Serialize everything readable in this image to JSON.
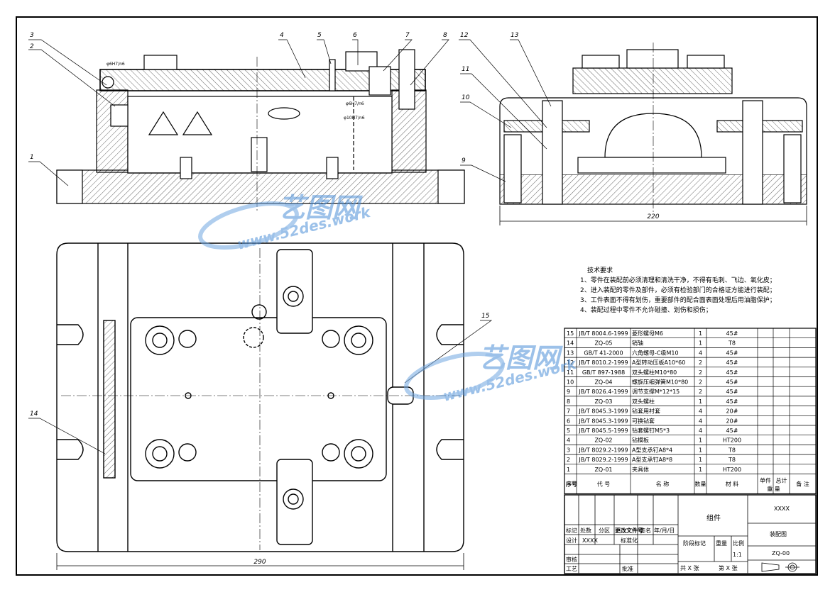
{
  "sheet": {
    "title": "装配图",
    "tech_requirements": {
      "heading": "技术要求",
      "items": [
        "1、零件在装配前必须清理和清洗干净，不得有毛刺、飞边、氧化皮；",
        "2、进入装配的零件及部件，必须有检验部门的合格证方能进行装配；",
        "3、工件表面不得有划伤，重要部件的配合面表面处理后用油脂保护；",
        "4、装配过程中零件不允许碰撞、划伤和损伤；"
      ]
    },
    "dimensions": {
      "front_width": "220",
      "plan_width": "290"
    },
    "fit_labels": {
      "fit1": "φ6H7/n6",
      "fit2": "φ6H7/n6",
      "fit3": "φ10H7/n6"
    },
    "balloons": {
      "b1": "1",
      "b2": "2",
      "b3": "3",
      "b4": "4",
      "b5": "5",
      "b6": "6",
      "b7": "7",
      "b8": "8",
      "b9": "9",
      "b10": "10",
      "b11": "11",
      "b12": "12",
      "b13": "13",
      "b14": "14",
      "b15": "15"
    }
  },
  "bom": {
    "header": {
      "no": "序号",
      "code": "代 号",
      "name": "名 称",
      "qty": "数量",
      "material": "材 料",
      "unit_weight": "单件",
      "total_weight": "总计",
      "weight": "重 量",
      "remark": "备 注"
    },
    "rows": [
      {
        "no": "15",
        "code": "JB/T 8004.6-1999",
        "name": "菱形螺母M6",
        "qty": "1",
        "material": "45#"
      },
      {
        "no": "14",
        "code": "ZQ-05",
        "name": "销轴",
        "qty": "1",
        "material": "T8"
      },
      {
        "no": "13",
        "code": "GB/T 41-2000",
        "name": "六角螺母-C级M10",
        "qty": "4",
        "material": "45#"
      },
      {
        "no": "12",
        "code": "JB/T 8010.2-1999",
        "name": "A型转动压板A10*60",
        "qty": "2",
        "material": "45#"
      },
      {
        "no": "11",
        "code": "GB/T 897-1988",
        "name": "双头螺柱M10*80",
        "qty": "2",
        "material": "45#"
      },
      {
        "no": "10",
        "code": "ZQ-04",
        "name": "螺旋压缩弹簧M10*80",
        "qty": "2",
        "material": "45#"
      },
      {
        "no": "9",
        "code": "JB/T 8026.4-1999",
        "name": "调节支撑M*12*15",
        "qty": "2",
        "material": "45#"
      },
      {
        "no": "8",
        "code": "ZQ-03",
        "name": "双头螺柱",
        "qty": "1",
        "material": "45#"
      },
      {
        "no": "7",
        "code": "JB/T 8045.3-1999",
        "name": "钻套用衬套",
        "qty": "4",
        "material": "20#"
      },
      {
        "no": "6",
        "code": "JB/T 8045.3-1999",
        "name": "可换钻套",
        "qty": "4",
        "material": "20#"
      },
      {
        "no": "5",
        "code": "JB/T 8045.5-1999",
        "name": "钻套螺钉M5*3",
        "qty": "4",
        "material": "45#"
      },
      {
        "no": "4",
        "code": "ZQ-02",
        "name": "钻模板",
        "qty": "1",
        "material": "HT200"
      },
      {
        "no": "3",
        "code": "JB/T 8029.2-1999",
        "name": "A型支承钉A8*4",
        "qty": "1",
        "material": "T8"
      },
      {
        "no": "2",
        "code": "JB/T 8029.2-1999",
        "name": "A型支承钉A8*8",
        "qty": "1",
        "material": "T8"
      },
      {
        "no": "1",
        "code": "ZQ-01",
        "name": "夹具体",
        "qty": "1",
        "material": "HT200"
      }
    ]
  },
  "title_block": {
    "mark": "标记",
    "count": "处数",
    "zone": "分区",
    "change_doc": "更改文件号",
    "signature": "签名",
    "date": "年/月/日",
    "design": "设计",
    "designer": "XXXX",
    "standardize": "标准化",
    "review": "审核",
    "craft": "工艺",
    "approve": "批准",
    "stage_mark": "阶段标记",
    "weight": "重量",
    "scale": "比例",
    "scale_value": "1:1",
    "sheets_total": "共 X 张",
    "sheet_no": "第 X 张",
    "part_name": "组件",
    "company": "XXXX",
    "drawing_title": "装配图",
    "drawing_no": "ZQ-00"
  },
  "watermark": {
    "brand": "艺图网",
    "site": "www.52des.work"
  }
}
